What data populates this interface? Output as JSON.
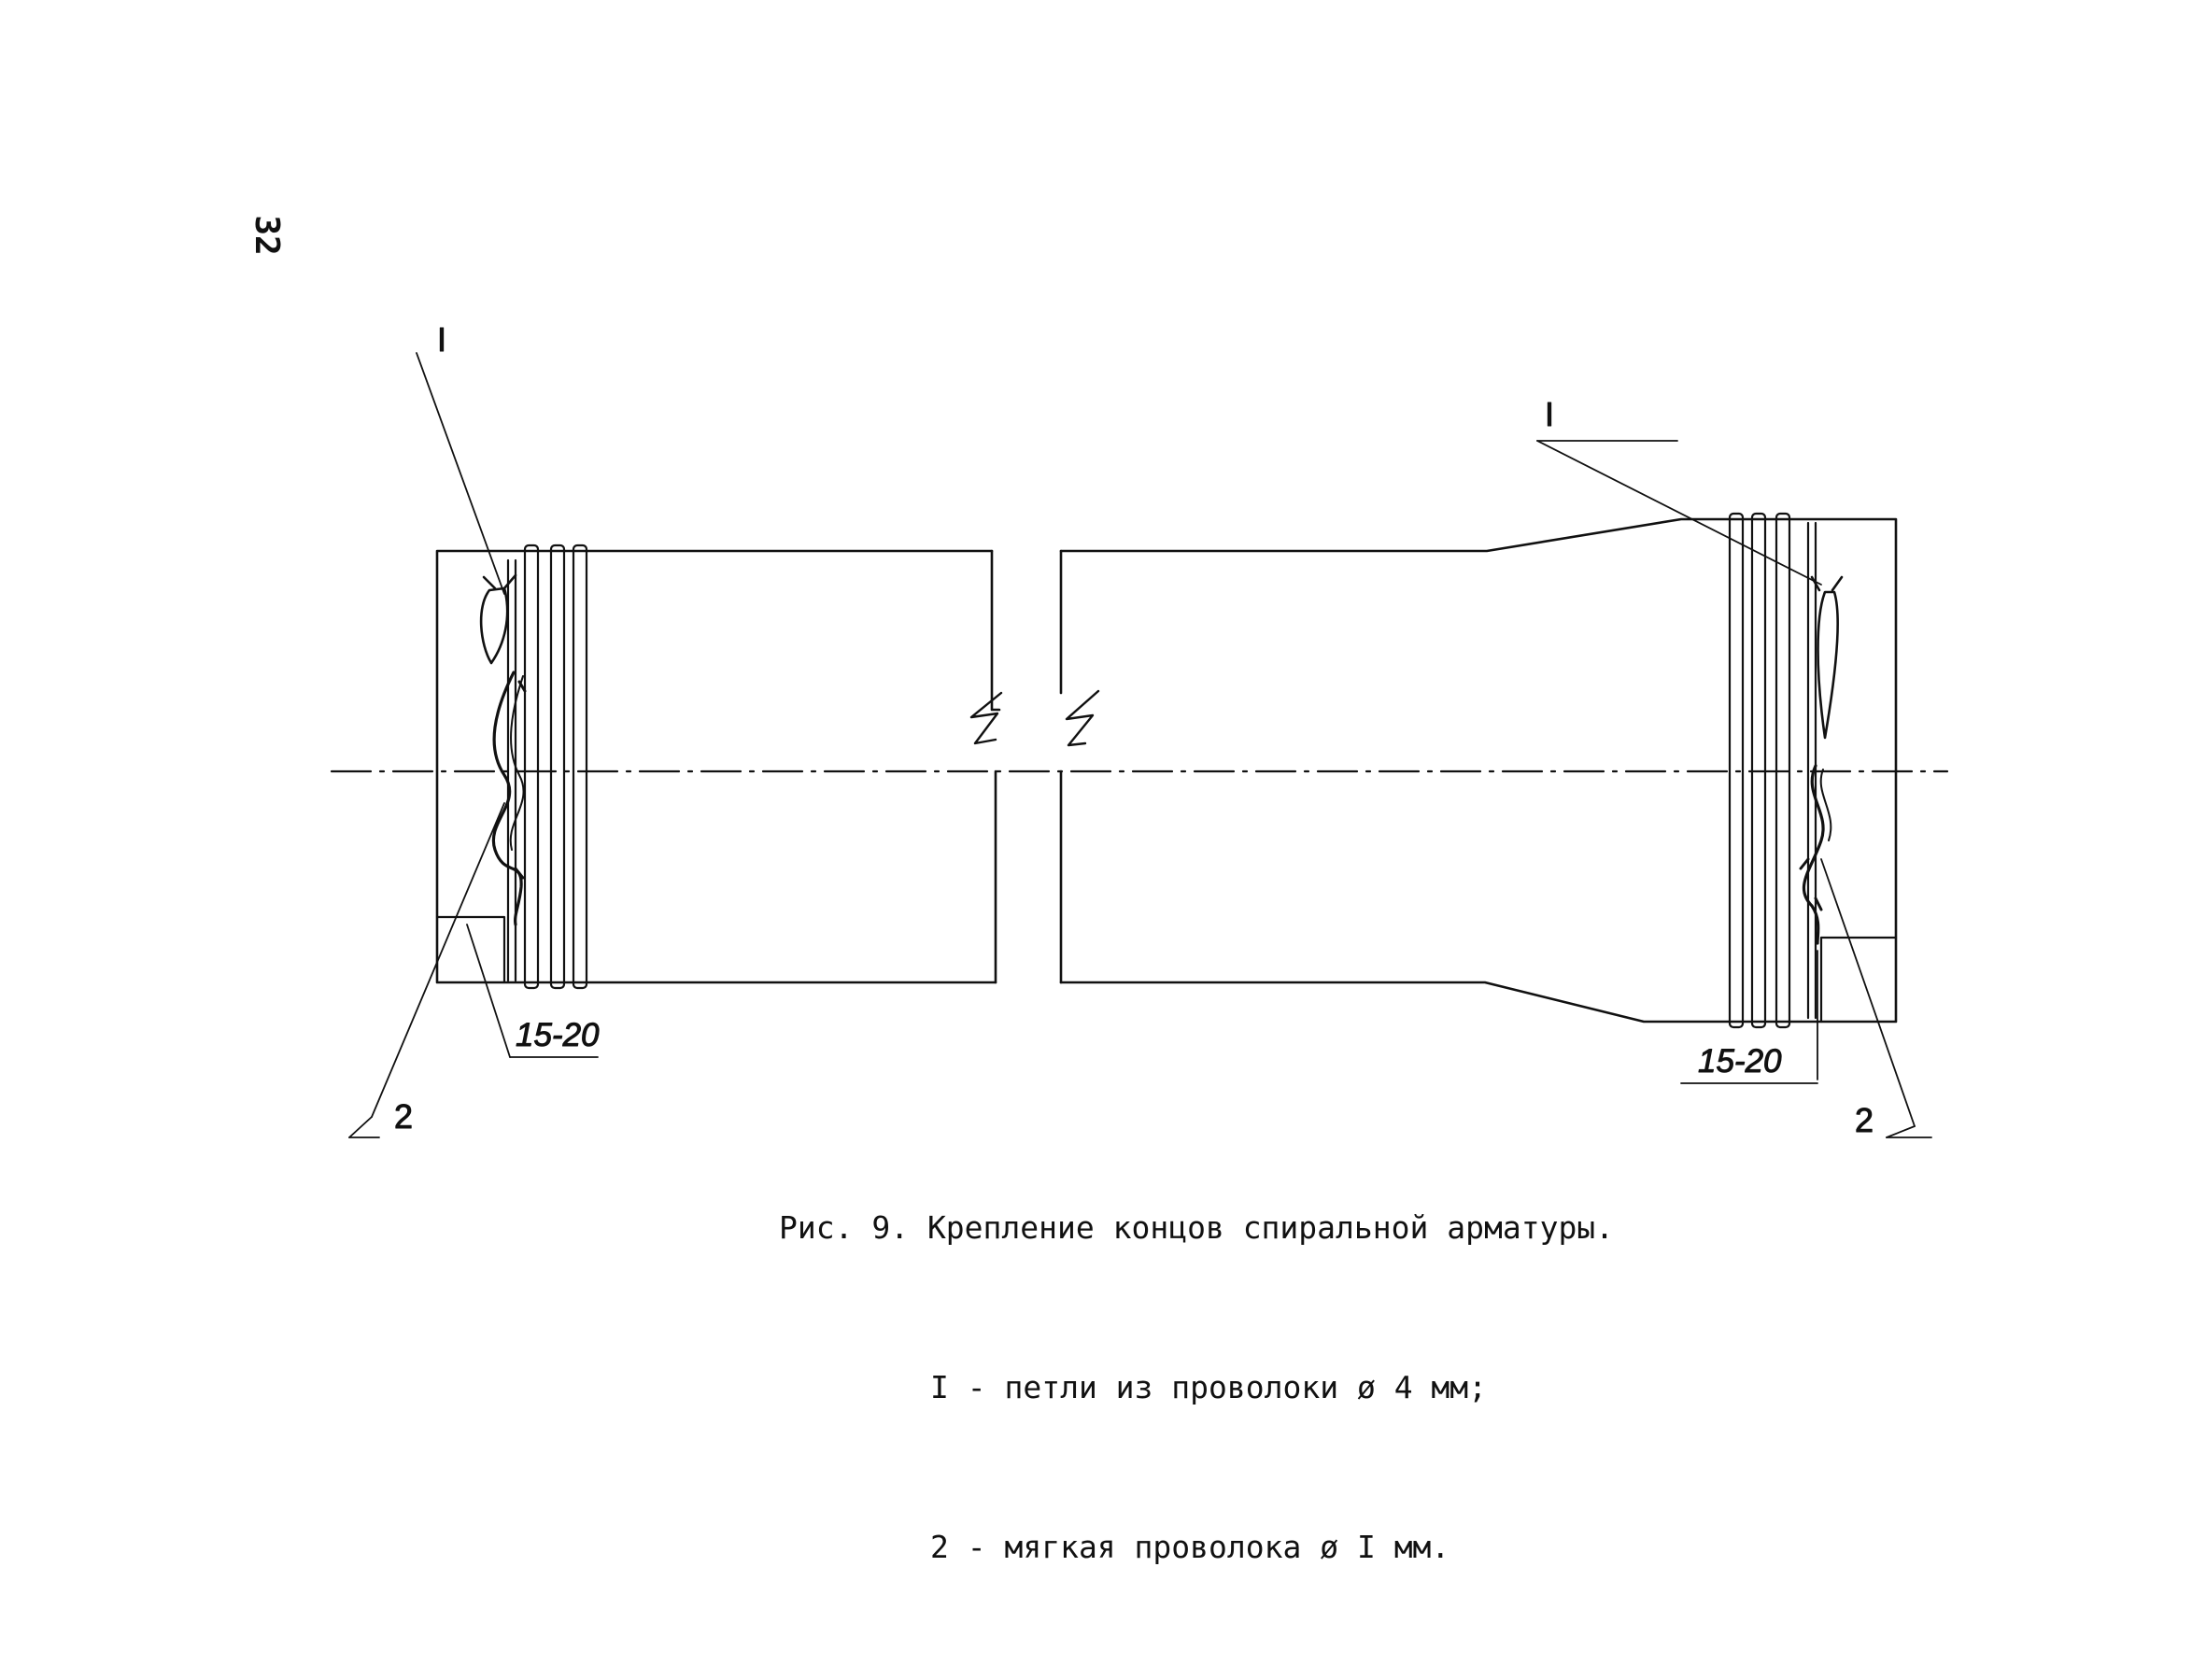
{
  "page_number": "32",
  "labels": {
    "leader_1_left": "I",
    "leader_1_right": "I",
    "leader_2_left": "2",
    "leader_2_right": "2",
    "dimension_left": "15-20",
    "dimension_right": "15-20"
  },
  "caption": {
    "title": "Рис. 9. Крепление концов спиральной арматуры.",
    "line_1": "I - петли из проволоки ø 4 мм;",
    "line_2": "2 - мягкая проволока ø I мм."
  },
  "colors": {
    "ink": "#111111",
    "paper": "#ffffff"
  }
}
